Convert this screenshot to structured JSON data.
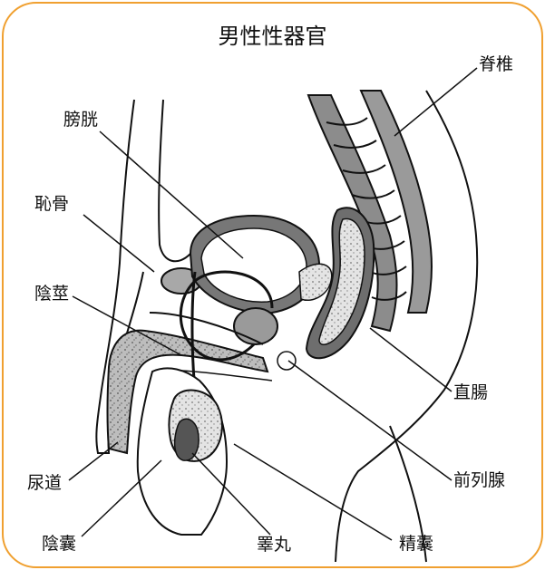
{
  "title": "男性性器官",
  "labels": {
    "spine": "脊椎",
    "bladder": "膀胱",
    "pubic_bone": "恥骨",
    "penis": "陰莖",
    "rectum": "直腸",
    "prostate": "前列腺",
    "urethra": "尿道",
    "scrotum": "陰囊",
    "testis": "睪丸",
    "seminal_vesicle": "精囊"
  },
  "colors": {
    "frame": "#f0a030",
    "line": "#111111",
    "tissue": "#9a9a9a",
    "light_tissue": "#d2d2d2",
    "background": "#ffffff"
  }
}
